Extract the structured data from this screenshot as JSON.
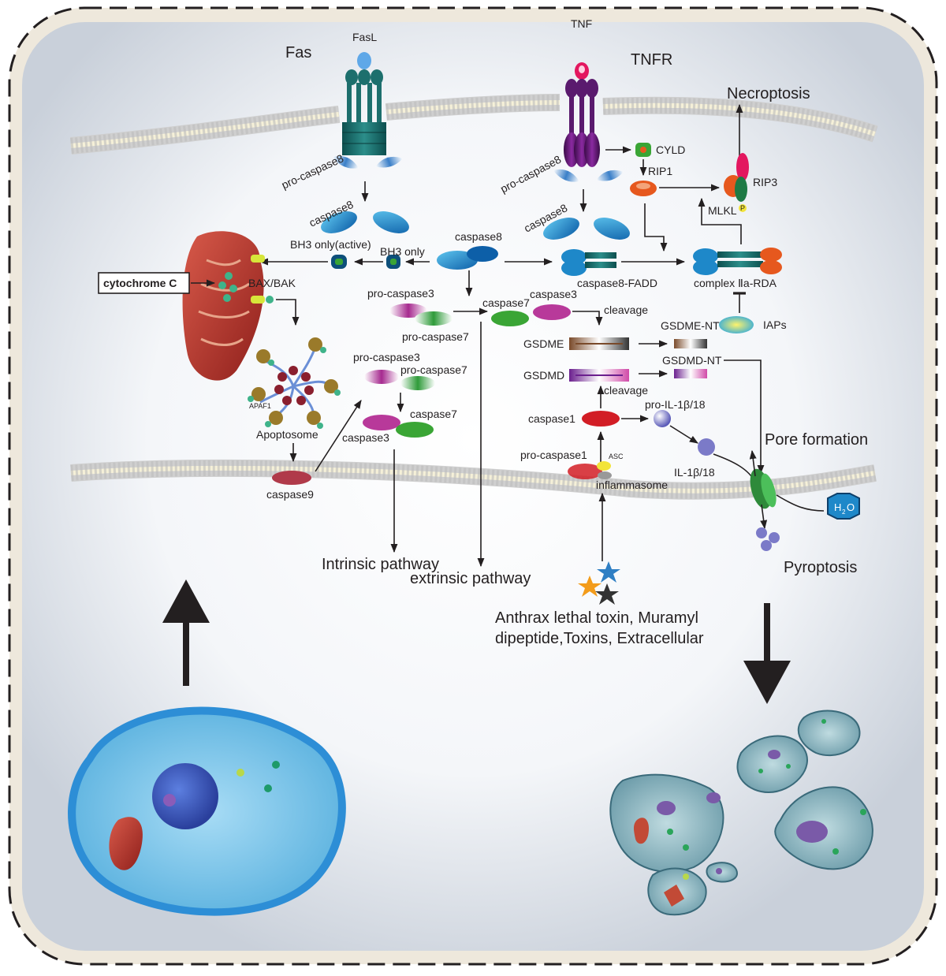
{
  "labels": {
    "fas": "Fas",
    "fasl": "FasL",
    "tnf": "TNF",
    "tnfr": "TNFR",
    "necroptosis": "Necroptosis",
    "cyld": "CYLD",
    "rip1": "RIP1",
    "rip3": "RIP3",
    "mlkl": "MLKL",
    "p": "P",
    "pro_caspase8_left": "pro-caspase8",
    "pro_caspase8_right": "pro-caspase8",
    "caspase8_left": "caspase8",
    "caspase8_right": "caspase8",
    "caspase8_center": "caspase8",
    "bh3_active": "BH3 only(active)",
    "bh3_only": "BH3 only",
    "caspase8_fadd": "caspase8-FADD",
    "complex_iia": "complex Ⅱa-RDA",
    "cytochrome_c": "cytochrome C",
    "bax_bak": "BAX/BAK",
    "pro_caspase3_top": "pro-caspase3",
    "pro_caspase7_top": "pro-caspase7",
    "caspase7_mid": "caspase7",
    "caspase3_mid": "caspase3",
    "cleavage_top": "cleavage",
    "gsdme": "GSDME",
    "gsdme_nt": "GSDME-NT",
    "iaps": "IAPs",
    "gsdmd": "GSDMD",
    "gsdmd_nt": "GSDMD-NT",
    "cleavage_bottom": "cleavage",
    "pro_caspase3_low": "pro-caspase3",
    "pro_caspase7_low": "pro-caspase7",
    "caspase7_low": "caspase7",
    "caspase3_low": "caspase3",
    "apaf1": "APAF1",
    "apoptosome": "Apoptosome",
    "caspase9": "caspase9",
    "caspase1": "caspase1",
    "pro_il": "pro-IL-1β/18",
    "pore_formation": "Pore formation",
    "pro_caspase1": "pro-caspase1",
    "asc": "ASC",
    "inflammasome": "inflammasome",
    "il": "IL-1β/18",
    "h2o_h": "H",
    "h2o_2": "2",
    "h2o_o": "O",
    "pyroptosis": "Pyroptosis",
    "intrinsic": "Intrinsic pathway",
    "extrinsic": "extrinsic pathway",
    "toxin_line1": "Anthrax lethal toxin, Muramyl",
    "toxin_line2": "dipeptide,Toxins, Extracellular"
  },
  "colors": {
    "frame_bg": "#eee8dc",
    "caspase8": "#1e88c9",
    "mitochondria": "#b5302a",
    "green": "#3aa535",
    "magenta": "#b8399a",
    "membrane": "#d9d9d9"
  }
}
